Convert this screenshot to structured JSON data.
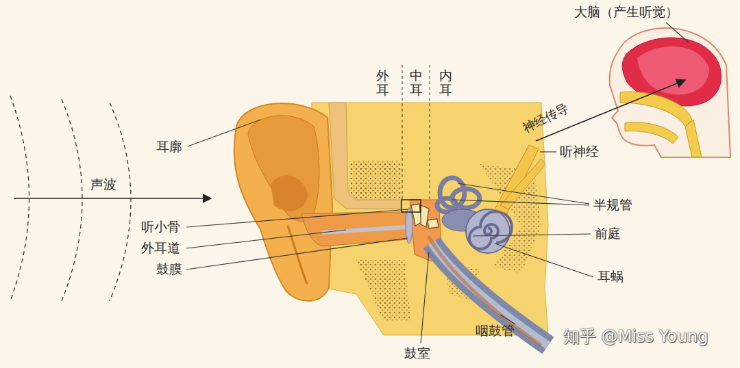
{
  "diagram": {
    "labels": [
      "大脑（产生听觉）",
      "外耳",
      "中耳",
      "内耳",
      "神经传导",
      "耳廓",
      "听神经",
      "声波",
      "半规管",
      "听小骨",
      "前庭",
      "外耳道",
      "鼓膜",
      "耳蜗",
      "鼓室",
      "咽鼓管",
      "知乎 @Miss Young"
    ]
  }
}
